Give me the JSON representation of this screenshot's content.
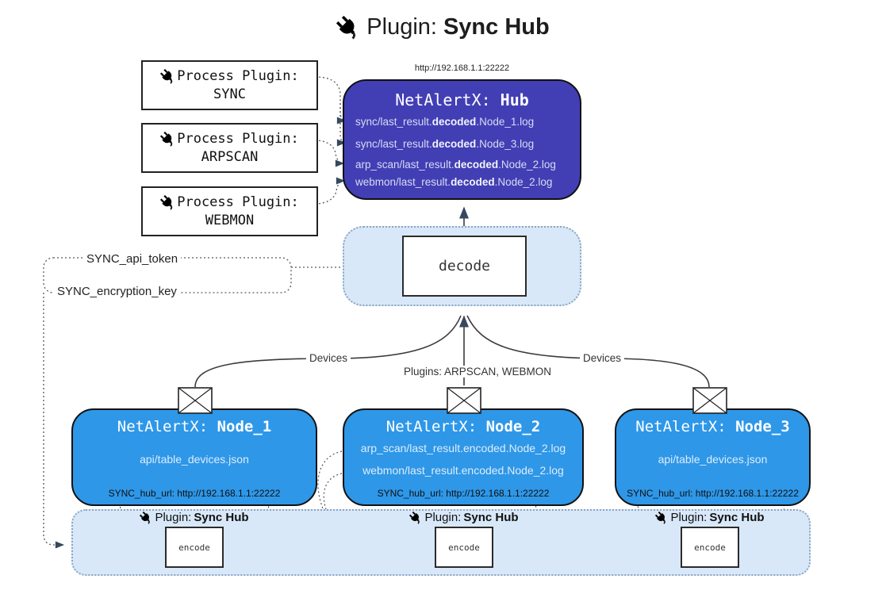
{
  "title": {
    "prefix": "Plugin:",
    "name": "Sync Hub"
  },
  "process_plugins": {
    "label": "Process Plugin:",
    "items": [
      "SYNC",
      "ARPSCAN",
      "WEBMON"
    ]
  },
  "hub": {
    "url": "http://192.168.1.1:22222",
    "name_prefix": "NetAlertX: ",
    "name": "Hub",
    "files": [
      {
        "pre": "sync/last_result.",
        "bold": "decoded",
        "post": ".Node_1.log"
      },
      {
        "pre": "sync/last_result.",
        "bold": "decoded",
        "post": ".Node_3.log"
      },
      {
        "pre": "arp_scan/last_result.",
        "bold": "decoded",
        "post": ".Node_2.log"
      },
      {
        "pre": "webmon/last_result.",
        "bold": "decoded",
        "post": ".Node_2.log"
      }
    ]
  },
  "decode_label": "decode",
  "secrets": {
    "api_token": "SYNC_api_token",
    "encryption_key": "SYNC_encryption_key"
  },
  "edge_labels": {
    "left": "Devices",
    "center": "Plugins: ARPSCAN, WEBMON",
    "right": "Devices"
  },
  "nodes": [
    {
      "name_prefix": "NetAlertX: ",
      "name": "Node_1",
      "files": [
        "api/table_devices.json"
      ],
      "hub_url": "SYNC_hub_url: http://192.168.1.1:22222"
    },
    {
      "name_prefix": "NetAlertX: ",
      "name": "Node_2",
      "files": [
        "arp_scan/last_result.encoded.Node_2.log",
        "webmon/last_result.encoded.Node_2.log"
      ],
      "hub_url": "SYNC_hub_url: http://192.168.1.1:22222"
    },
    {
      "name_prefix": "NetAlertX: ",
      "name": "Node_3",
      "files": [
        "api/table_devices.json"
      ],
      "hub_url": "SYNC_hub_url: http://192.168.1.1:22222"
    }
  ],
  "encoder": {
    "label_prefix": "Plugin: ",
    "label_name": "Sync Hub",
    "box_label": "encode"
  },
  "colors": {
    "hub_bg": "#423fb5",
    "node_bg": "#2e97e8",
    "panel_bg": "#d8e8f9",
    "panel_border": "#8aa5c2",
    "arrow": "#35485e"
  }
}
